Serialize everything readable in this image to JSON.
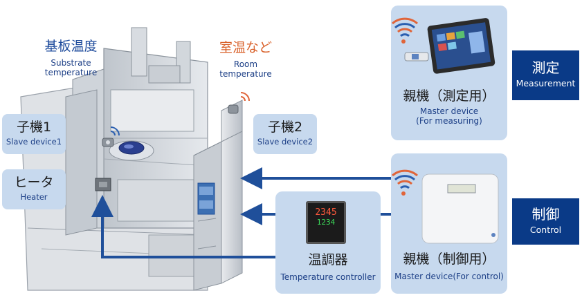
{
  "substrate": {
    "jp": "基板温度",
    "en1": "Substrate",
    "en2": "temperature"
  },
  "room": {
    "jp": "室温など",
    "en1": "Room",
    "en2": "temperature"
  },
  "slave1": {
    "jp": "子機1",
    "en": "Slave device1"
  },
  "slave2": {
    "jp": "子機2",
    "en": "Slave device2"
  },
  "heater": {
    "jp": "ヒータ",
    "en": "Heater"
  },
  "master_measure": {
    "jp": "親機（測定用）",
    "en1": "Master device",
    "en2": "(For measuring)"
  },
  "master_control": {
    "jp": "親機（制御用）",
    "en": "Master device(For control)"
  },
  "temp_controller": {
    "jp": "温調器",
    "en": "Temperature controller",
    "display_top": "2345",
    "display_bottom": "1234"
  },
  "measurement_tag": {
    "jp": "測定",
    "en": "Measurement"
  },
  "control_tag": {
    "jp": "制御",
    "en": "Control"
  },
  "colors": {
    "navy": "#0a3a87",
    "panel": "#c7d9ee",
    "arrow": "#1f4f9a",
    "wave_orange": "#e0653a",
    "wave_blue": "#2a5fb0"
  }
}
